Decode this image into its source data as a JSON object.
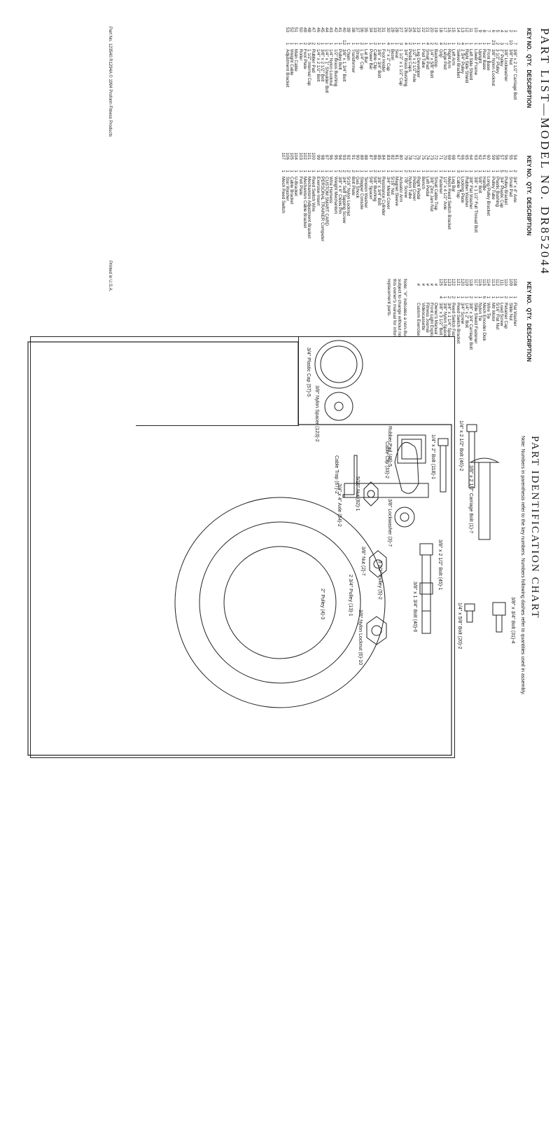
{
  "title": "PART LIST—MODEL NO. DR852044",
  "headers": {
    "key_no": "KEY NO.",
    "qty": "QTY.",
    "desc": "DESCRIPTION"
  },
  "parts_col1": [
    [
      "1",
      "7",
      "3/8\" x 2 1/2\" Carriage Bolt"
    ],
    [
      "2",
      "10",
      "3/8\" Nut"
    ],
    [
      "3",
      "7",
      "3/8\" Lockwasher"
    ],
    [
      "4",
      "3",
      "2\" Pulley"
    ],
    [
      "5",
      "2",
      "3 1/2\" Pulley"
    ],
    [
      "6",
      "23",
      "3/8\" Nylon Locknut"
    ],
    [
      "7",
      "1",
      "Front Base"
    ],
    [
      "8",
      "1",
      "Rear Base"
    ],
    [
      "9",
      "1",
      "Upright"
    ],
    [
      "10",
      "1",
      "Lower Frame"
    ],
    [
      "11",
      "1",
      "Left Side Shield"
    ],
    [
      "12",
      "1",
      "Right Side Shield"
    ],
    [
      "13",
      "4",
      "2 3/4\" Pulley"
    ],
    [
      "14",
      "2",
      "Swivel Bracket"
    ],
    [
      "15",
      "1",
      "Left Arm"
    ],
    [
      "16",
      "1",
      "Right Arm"
    ],
    [
      "17",
      "2",
      "Large Pad"
    ],
    [
      "18",
      "4",
      "Grip"
    ],
    [
      "19",
      "2",
      "Backstop"
    ],
    [
      "20",
      "2",
      "1/4\" x 5/8\" Bolt"
    ],
    [
      "21",
      "4",
      "Small Pad"
    ],
    [
      "22",
      "1",
      "Pad Tube"
    ],
    [
      "23",
      "1",
      "Leg Developer"
    ],
    [
      "24",
      "1",
      "1/2\" x 2 1/2\" Axle"
    ],
    [
      "25",
      "2",
      "Pedal Caps"
    ],
    [
      "26",
      "4",
      "3/4\" Brass Bushing"
    ],
    [
      "27",
      "3",
      "1 1/2\" x 1 1/2\" Cap"
    ],
    [
      "28",
      "1",
      "Seat"
    ],
    [
      "29",
      "1",
      "Bezel"
    ],
    [
      "30",
      "4",
      "2\" x 2\" Cap"
    ],
    [
      "31",
      "1",
      "Foot Holder"
    ],
    [
      "32",
      "1",
      "3/8\" x 3/4\" Bolt"
    ],
    [
      "33",
      "2",
      "Cable Clip"
    ],
    [
      "34",
      "1",
      "Power Bar"
    ],
    [
      "35",
      "1",
      "Lat Bar"
    ],
    [
      "36",
      "2",
      "1 1/4\" Cap"
    ],
    [
      "37",
      "1",
      "Strap"
    ],
    [
      "38",
      "1",
      "Transformer"
    ],
    [
      "39",
      "1",
      "Chain"
    ],
    [
      "40",
      "12",
      "3/8\" x 1 3/4\" Bolt"
    ],
    [
      "41",
      "1",
      "Pulley Bolt"
    ],
    [
      "42",
      "1",
      "1/2\" Brass Bushing"
    ],
    [
      "43",
      "1",
      "1/4\" Nylon Locknut"
    ],
    [
      "44",
      "1",
      "1/4\" x 1\" Shoulder Bolt"
    ],
    [
      "45",
      "1",
      "3/8\" x 2 1/2\" Bolt"
    ],
    [
      "46",
      "2",
      "1/4\" x 2 1/2\" Bolt"
    ],
    [
      "47",
      "2",
      "Rubber Pad"
    ],
    [
      "48",
      "5",
      "1 1/2\" Internal Cap"
    ],
    [
      "49",
      "2",
      "Foot Plate"
    ],
    [
      "50",
      "1",
      "Roller"
    ],
    [
      "51",
      "1",
      "Main Cable"
    ],
    [
      "52",
      "1",
      "Weight Cable"
    ],
    [
      "53",
      "1",
      "Adjustment Bracket"
    ]
  ],
  "parts_col2": [
    [
      "54",
      "2",
      "3/4\" x 4\" Axle"
    ],
    [
      "55",
      "1",
      "Small Pad"
    ],
    [
      "56",
      "2",
      "Pulley Bracket"
    ],
    [
      "57",
      "5",
      "3/4\" Plastic Cap"
    ],
    [
      "58",
      "1",
      "Plastic Bushing"
    ],
    [
      "59",
      "1",
      "Pulley Tube"
    ],
    [
      "60",
      "1",
      "Long Pulley Bracket"
    ],
    [
      "61",
      "1",
      "Handle"
    ],
    [
      "62",
      "1",
      "5/8\" Bolt"
    ],
    [
      "63",
      "1",
      "3/8\" x 1 1/2\" Full Thread Bolt"
    ],
    [
      "64",
      "1",
      "3/8\" Flat Washer"
    ],
    [
      "65",
      "1",
      "Rubber Washer"
    ],
    [
      "66",
      "1",
      "Locking Plate"
    ],
    [
      "67",
      "3",
      "Cable Trap"
    ],
    [
      "68",
      "1",
      "Leg Bar"
    ],
    [
      "69",
      "1",
      "Mech Reed Switch Bracket"
    ],
    [
      "70",
      "1",
      "1/2\" x 4 1/2\" Axle"
    ],
    [
      "71",
      "1",
      "Fastener"
    ],
    [
      "72",
      "1",
      "Small Cable Trap"
    ],
    [
      "73",
      "1",
      "3/8\" Zinc Jam Nut"
    ],
    [
      "74",
      "1",
      "Left Pedal"
    ],
    [
      "75",
      "1",
      "Bench"
    ],
    [
      "76",
      "1",
      "Right Pedal"
    ],
    [
      "77",
      "1",
      "Pedal Cover"
    ],
    [
      "78",
      "2",
      "Nylon Tube"
    ],
    [
      "79",
      "2",
      "7/8\" Screw"
    ],
    [
      "80",
      "1",
      "Actuator Arm"
    ],
    [
      "81",
      "1",
      "Magnet Sleeve"
    ],
    [
      "82",
      "1",
      "5/16\" Nut"
    ],
    [
      "83",
      "1",
      "3/4\" Metal Cover"
    ],
    [
      "84",
      "1",
      "Resistance Cylinder"
    ],
    [
      "85",
      "1",
      "3/8\" x 3/4\" Bolt"
    ],
    [
      "86",
      "2",
      "5/8\" Bushing"
    ],
    [
      "87",
      "1",
      "5/8\" Spacer"
    ],
    [
      "88",
      "1",
      "Tension Washer"
    ],
    [
      "89",
      "1",
      "Stepper Console"
    ],
    [
      "90",
      "1",
      "Gas Shock"
    ],
    [
      "91",
      "2",
      "Bolt Plate"
    ],
    [
      "92",
      "2",
      "5/16\" Nylon Locknut"
    ],
    [
      "93",
      "2",
      "3/4\" Self Tapping Screw"
    ],
    [
      "94",
      "2",
      "3/8\" x 6\" Clevis Pin"
    ],
    [
      "95",
      "1",
      "Weight Mechanism"
    ],
    [
      "96",
      "1",
      "Wire Harness"
    ],
    [
      "97",
      "1",
      "CUSTOM SMART CARD"
    ],
    [
      "98",
      "1",
      "PERSONAL TRAINER Computer"
    ],
    [
      "99",
      "1",
      "Exercise Insert"
    ],
    [
      "100",
      "1",
      "Reed Switch Wire"
    ],
    [
      "101",
      "1",
      "Mechanism Adjustment Bracket"
    ],
    [
      "102",
      "1",
      "Mechanism Cable Bracket"
    ],
    [
      "103",
      "1",
      "Felt Plate"
    ],
    [
      "104",
      "1",
      "U-Bracket"
    ],
    [
      "105",
      "1",
      "Cable Bracket"
    ],
    [
      "106",
      "1",
      "Star Washer"
    ],
    [
      "107",
      "1",
      "Mech Reed Switch"
    ]
  ],
  "parts_col3": [
    [
      "108",
      "1",
      "Flat Washer"
    ],
    [
      "109",
      "1",
      "Slide Nut"
    ],
    [
      "110",
      "2",
      "Retainer Cap"
    ],
    [
      "111",
      "1",
      "Load Screw"
    ],
    [
      "112",
      "1",
      "5/16\" Flat Nut"
    ],
    [
      "113",
      "1",
      "Mtr Motor"
    ],
    [
      "114",
      "1",
      "Wire Tie"
    ],
    [
      "115",
      "6",
      "Mech Encoder Disk"
    ],
    [
      "116",
      "1",
      "Nylon Tie"
    ],
    [
      "117",
      "1",
      "Side Shield Fastener"
    ],
    [
      "118",
      "2",
      "3/8\" x 3/4\" Carriage Bolt"
    ],
    [
      "119",
      "1",
      "1/4\" x 2\" Bolt"
    ],
    [
      "120",
      "1",
      "3/4\" Screw"
    ],
    [
      "121",
      "1",
      "Reed Switch Bracket"
    ],
    [
      "122",
      "2",
      "Reed Switch Fastener"
    ],
    [
      "123",
      "2",
      "3/4\" x 1 1/4\" Spacer"
    ],
    [
      "124",
      "1",
      "3/8\" Nylon Spacer"
    ],
    [
      "125",
      "4",
      "3/8\" x 3 1/2\" Bolt"
    ],
    [
      "#",
      "",
      "Owner's Manual"
    ],
    [
      "#",
      "",
      "Front Light Exploded Drawing"
    ],
    [
      "#",
      "",
      "Fitness Journal"
    ],
    [
      "#",
      "",
      "Videocassette"
    ],
    [
      "#",
      "",
      "Custom Exercise Decal Sheet"
    ]
  ],
  "note": "Note: \"#\" indicates a non-illustrated part. Specifications are subject to change without notice. See the back cover of this owner's manual for information about ordering replacement parts.",
  "footer_left": "Part No. 123540 R1294A © 1994 Proform Fitness Products",
  "footer_right": "Printed in U.S.A.",
  "chart": {
    "title": "PART IDENTIFICATION CHART",
    "note": "Note: Numbers in parenthesis refer to the key numbers. Numbers following dashes refer to quantities used in assembly.",
    "labels": {
      "carriage_long": "3/8\" x 2 1/2\" Carriage Bolt (1)-7",
      "carriage_short": "3/8\" x 3/4\" Bolt (31)-4",
      "bolt_58": "1/4\" x 5/8\" Bolt (20)-2",
      "bolt_14_212": "1/4\" x 2 1/2\" Bolt (46)-2",
      "bolt_14_2": "1/4\" x 2\" Bolt (118)-1",
      "bolt_38_212": "3/8\" x 2 1/2\" Bolt (45)-1",
      "bolt_38_134": "3/8\" x 1 3/4\" Bolt (40)-6",
      "lockwasher": "3/8\" Lockwasher (3)-7",
      "nut_516": "5/16\" Nut (82)-1",
      "nut_38": "3/8\" Nut (2)-7",
      "locknut": "3/8\" Nylon Locknut (6)-10",
      "cable_clip": "Cable Clip (33)-2",
      "plastic_cap": "3/4\" Plastic Cap (57)-5",
      "spacer": "3/8\" Nylon Spacer (123)-2",
      "rubber_pad": "Rubber Pad (48)-5",
      "cable_trap": "Cable Trap (67)-2",
      "pulley_312": "3 1/2\" Pulley (5)-2",
      "pulley_234": "2 3/4\" Pulley (13)-1",
      "pulley_2": "2\" Pulley (4)-3",
      "axle": "3/4\" x 4\" Axle (54)-2"
    }
  }
}
